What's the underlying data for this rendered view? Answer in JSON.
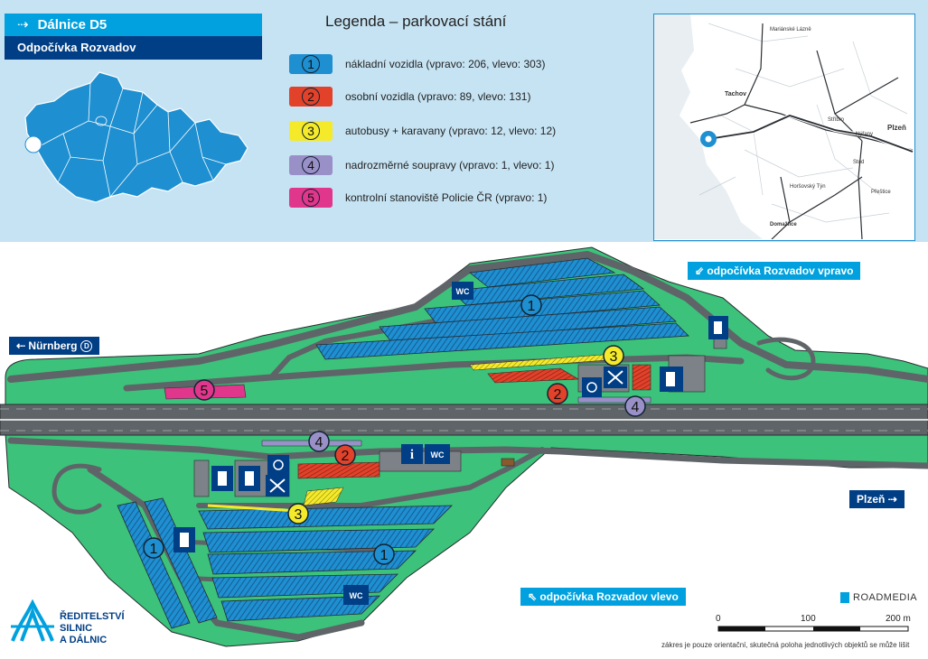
{
  "header": {
    "highway_arrow": "⇢",
    "highway": "Dálnice D5",
    "rest_area": "Odpočívka Rozvadov"
  },
  "legend": {
    "title": "Legenda – parkovací stání",
    "items": [
      {
        "num": "1",
        "color": "#1e8fd0",
        "text": "nákladní vozidla (vpravo: 206, vlevo: 303)"
      },
      {
        "num": "2",
        "color": "#e2412a",
        "text": "osobní vozidla (vpravo: 89, vlevo: 131)"
      },
      {
        "num": "3",
        "color": "#f4ea2a",
        "text": "autobusy + karavany (vpravo: 12, vlevo: 12)"
      },
      {
        "num": "4",
        "color": "#9a90c8",
        "text": "nadrozměrné soupravy (vpravo: 1, vlevo: 1)"
      },
      {
        "num": "5",
        "color": "#e0368c",
        "text": "kontrolní stanoviště Policie ČR (vpravo: 1)"
      }
    ]
  },
  "locator": {
    "towns": [
      "Mariánské Lázně",
      "Tachov",
      "Stříbro",
      "Plzeň",
      "Nýřany",
      "Stod",
      "Horšovský Týn",
      "Přeštice",
      "Domažlice"
    ]
  },
  "signs": {
    "nurnberg_arrow": "⇠",
    "nurnberg": "Nürnberg",
    "nurnberg_badge": "D",
    "plzen": "Plzeň",
    "plzen_arrow": "⇢",
    "vpravo_arrow": "⇙",
    "vpravo": "odpočívka Rozvadov vpravo",
    "vlevo_arrow": "⇖",
    "vlevo": "odpočívka Rozvadov vlevo"
  },
  "markers": {
    "wc": "WC",
    "info": "i",
    "parking_numbers": [
      "1",
      "1",
      "1",
      "2",
      "2",
      "3",
      "3",
      "4",
      "4",
      "5"
    ]
  },
  "branding": {
    "rsd_line1": "ŘEDITELSTVÍ",
    "rsd_line2": "SILNIC",
    "rsd_line3": "A DÁLNIC",
    "roadmedia": "ROADMEDIA"
  },
  "scale": {
    "labels": [
      "0",
      "100",
      "200 m"
    ]
  },
  "disclaimer": "zákres je pouze orientační, skutečná poloha jednotlivých objektů se může lišit",
  "colors": {
    "header_bg": "#c6e3f3",
    "grass": "#3cc27a",
    "road": "#5f6468",
    "truck_parking": "#1e8fd0",
    "sign_dark": "#003e85",
    "sign_light": "#00a1de"
  }
}
